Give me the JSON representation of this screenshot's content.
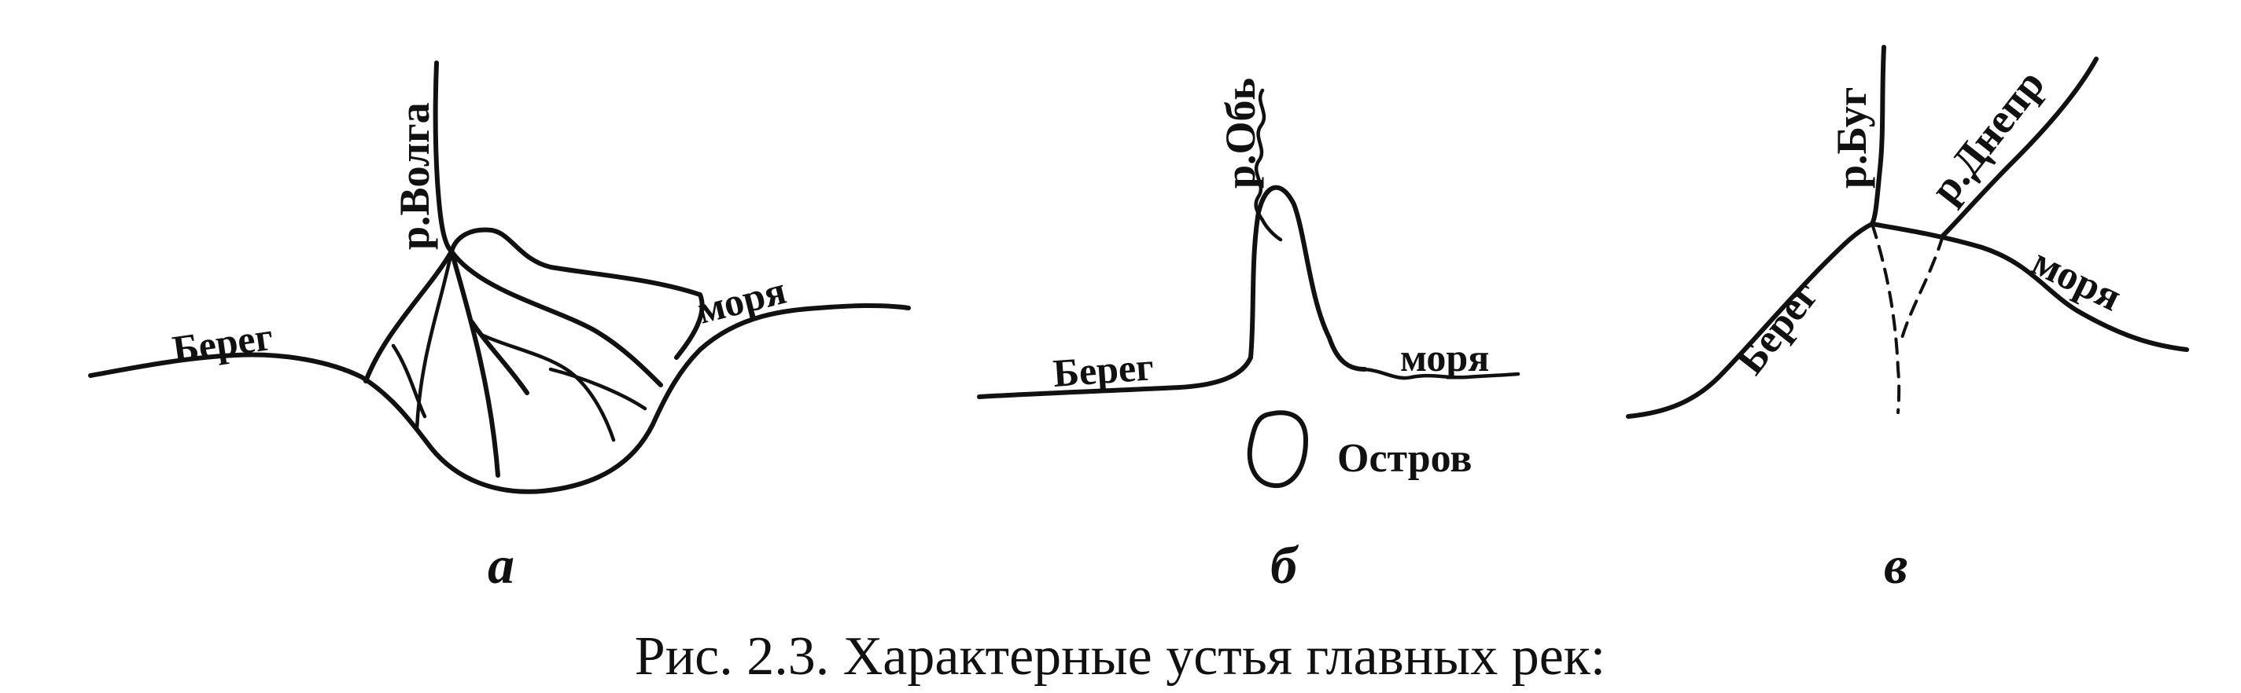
{
  "caption": "Рис. 2.3. Характерные устья главных рек:",
  "panels": [
    {
      "letter": "а",
      "river": "р.Волга",
      "shore_left": "Берег",
      "shore_right": "моря"
    },
    {
      "letter": "б",
      "river": "р.Обь",
      "shore_left": "Берег",
      "shore_right": "моря",
      "island": "Остров"
    },
    {
      "letter": "в",
      "river_left": "р.Буг",
      "river_right": "р.Днепр",
      "shore_left": "Берег",
      "shore_right": "моря"
    }
  ],
  "colors": {
    "ink": "#111111",
    "paper": "#ffffff"
  }
}
